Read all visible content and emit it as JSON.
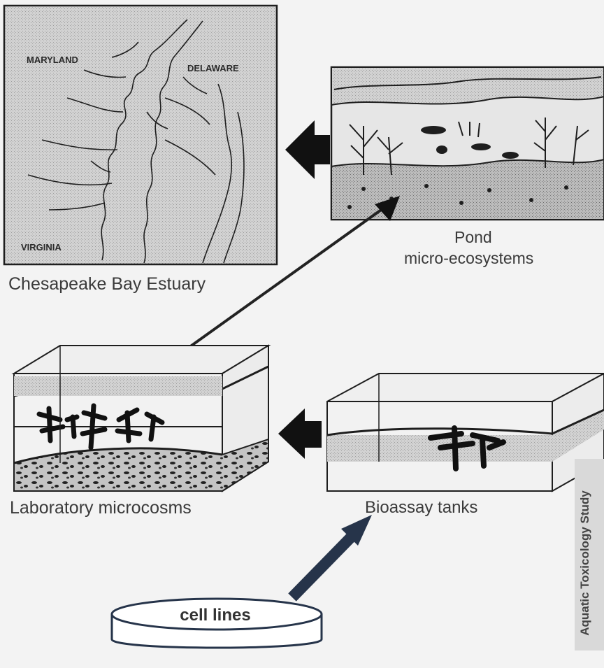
{
  "map": {
    "labels": {
      "maryland": "MARYLAND",
      "delaware": "DELAWARE",
      "virginia": "VIRGINIA"
    },
    "caption": "Chesapeake Bay Estuary"
  },
  "pond": {
    "caption_line1": "Pond",
    "caption_line2": "micro-ecosystems"
  },
  "lab": {
    "caption": "Laboratory microcosms"
  },
  "bioassay": {
    "caption": "Bioassay tanks"
  },
  "dish": {
    "label": "cell lines"
  },
  "sidebar": {
    "label": "Aquatic Toxicology Study"
  },
  "colors": {
    "background": "#f3f3f3",
    "stipple": "#c9c9c9",
    "line": "#1e1e1e",
    "dish_arrow": "#26344a",
    "sidebar": "#d9d9d9"
  }
}
